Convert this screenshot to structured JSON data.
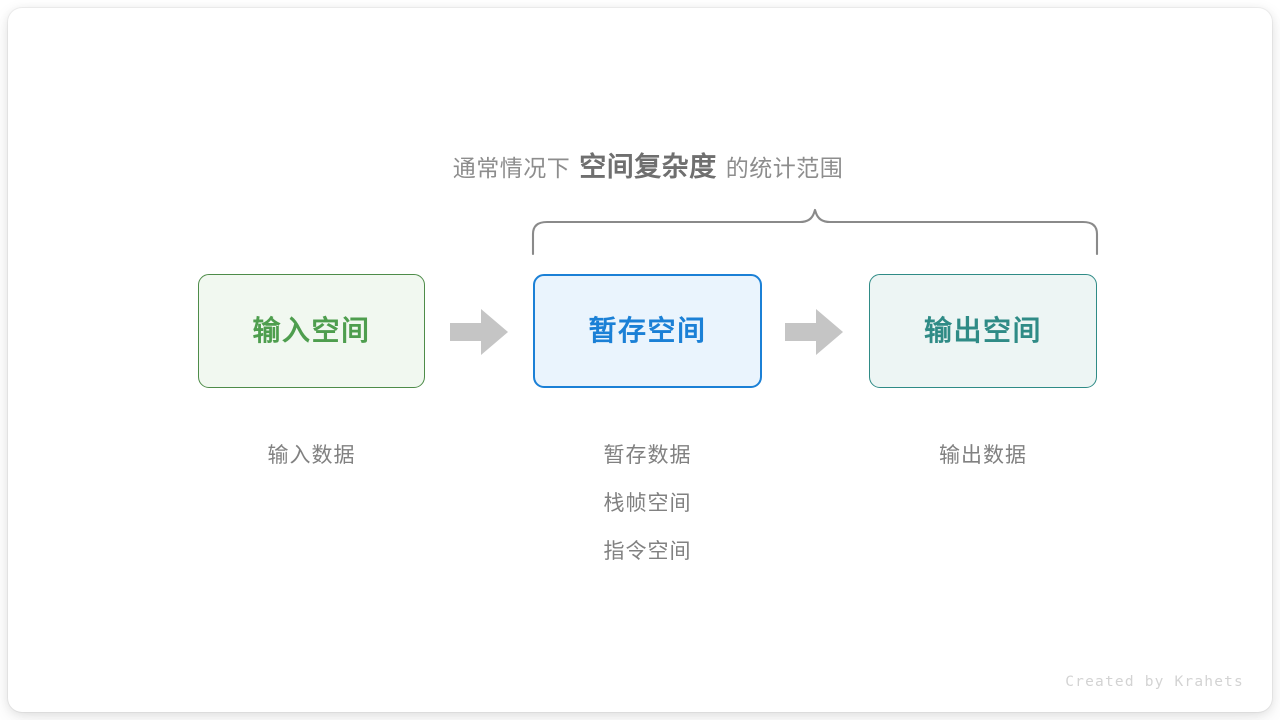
{
  "canvas": {
    "background": "#ffffff",
    "card_background": "#ffffff"
  },
  "heading": {
    "prefix": "通常情况下",
    "emphasis": "空间复杂度",
    "suffix": "的统计范围",
    "prefix_color": "#8d8d8d",
    "emphasis_color": "#6f6f6f",
    "suffix_color": "#8d8d8d"
  },
  "brace": {
    "name": "statistical-scope-brace",
    "color": "#8a8a8a",
    "spans": [
      "暂存空间",
      "输出空间"
    ]
  },
  "boxes": [
    {
      "id": "input",
      "label": "输入空间",
      "fill": "#f1f8f0",
      "stroke": "#4e8c49",
      "text_color": "#4e9e4e"
    },
    {
      "id": "temp",
      "label": "暂存空间",
      "fill": "#eaf4fd",
      "stroke": "#1b80d6",
      "text_color": "#1b80d6"
    },
    {
      "id": "output",
      "label": "输出空间",
      "fill": "#edf5f4",
      "stroke": "#2f8b86",
      "text_color": "#2f8b86"
    }
  ],
  "arrows": [
    {
      "id": "input-to-temp",
      "color": "#c5c5c5"
    },
    {
      "id": "temp-to-output",
      "color": "#c5c5c5"
    }
  ],
  "captions": {
    "color": "#818181",
    "input": [
      "输入数据"
    ],
    "temp": [
      "暂存数据",
      "栈帧空间",
      "指令空间"
    ],
    "output": [
      "输出数据"
    ]
  },
  "watermark": {
    "text": "Created by Krahets",
    "color": "#d3d3d3"
  }
}
